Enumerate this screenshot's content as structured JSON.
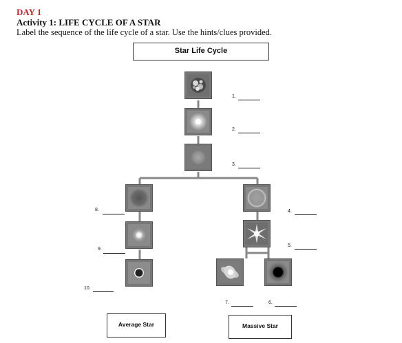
{
  "header": {
    "day": "DAY 1",
    "activity": "Activity 1: LIFE CYCLE OF A STAR",
    "instructions": "Label the sequence of the life cycle of a star. Use the hints/clues provided."
  },
  "diagram": {
    "title": "Star Life Cycle",
    "labels": {
      "n1": "1.",
      "n2": "2.",
      "n3": "3.",
      "n4": "4.",
      "n5": "5.",
      "n6": "6.",
      "n7": "7.",
      "n8": "8.",
      "n9": "9.",
      "n10": "10."
    },
    "legend": {
      "average": "Average Star",
      "massive": "Massive Star"
    }
  }
}
